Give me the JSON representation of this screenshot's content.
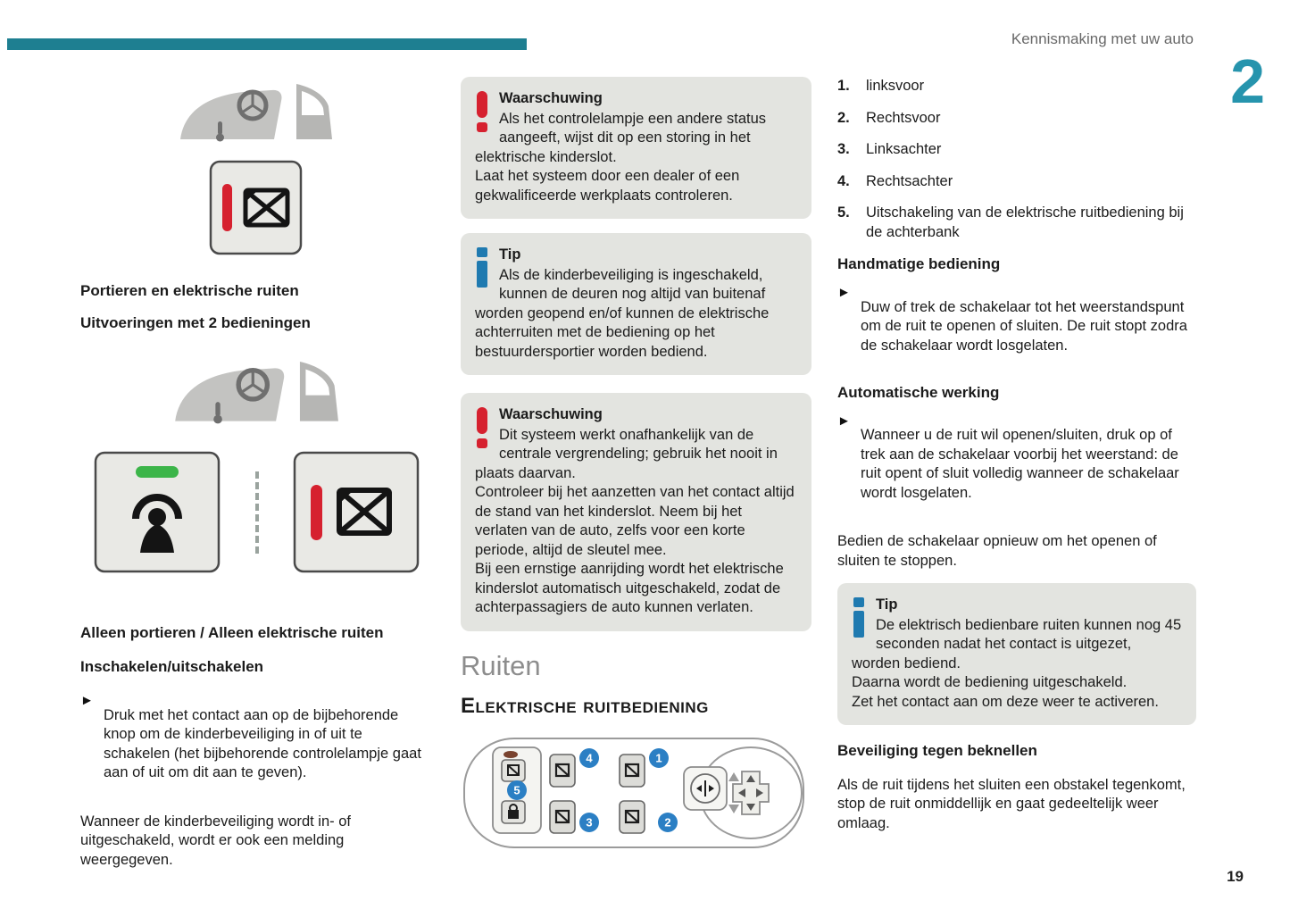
{
  "meta": {
    "header": "Kennismaking met uw auto",
    "chapter_number": "2",
    "page_number": "19"
  },
  "colors": {
    "accent_teal": "#1e7f91",
    "chapter_teal": "#2694ad",
    "warning_red": "#d6212f",
    "info_blue": "#1f7ab0",
    "callout_blue": "#2b7fc4",
    "indicator_green": "#3cb549",
    "box_gray": "#e3e4e0"
  },
  "icons": {
    "bullet": "►"
  },
  "left_column": {
    "caption_doors_windows": "Portieren en elektrische ruiten",
    "caption_two_controls": "Uitvoeringen met 2 bedieningen",
    "caption_only_doors": "Alleen portieren / Alleen elektrische ruiten",
    "heading_enable": "Inschakelen/uitschakelen",
    "bullet_enable": "Druk met het contact aan op de bijbehorende knop om de kinderbeveiliging in of uit te schakelen (het bijbehorende controlelampje gaat aan of uit om dit aan te geven).",
    "paragraph_message": "Wanneer de kinderbeveiliging wordt in- of uitgeschakeld, wordt er ook een melding weergegeven."
  },
  "middle_column": {
    "warning_box_1": {
      "title": "Waarschuwing",
      "text": "Als het controlelampje een andere status aangeeft, wijst dit op een storing in het elektrische kinderslot.\nLaat het systeem door een dealer of een gekwalificeerde werkplaats controleren."
    },
    "tip_box_1": {
      "title": "Tip",
      "text": "Als de kinderbeveiliging is ingeschakeld, kunnen de deuren nog altijd van buitenaf worden geopend en/of kunnen de elektrische achterruiten met de bediening op het bestuurdersportier worden bediend."
    },
    "warning_box_2": {
      "title": "Waarschuwing",
      "text": "Dit systeem werkt onafhankelijk van de centrale vergrendeling; gebruik het nooit in plaats daarvan.\nControleer bij het aanzetten van het contact altijd de stand van het kinderslot. Neem bij het verlaten van de auto, zelfs voor een korte periode, altijd de sleutel mee.\nBij een ernstige aanrijding wordt het elektrische kinderslot automatisch uitgeschakeld, zodat de achterpassagiers de auto kunnen verlaten."
    },
    "section_title": "Ruiten",
    "subsection_title": "Elektrische ruitbediening"
  },
  "right_column": {
    "numbered_list": [
      {
        "num": "1.",
        "label": "linksvoor"
      },
      {
        "num": "2.",
        "label": "Rechtsvoor"
      },
      {
        "num": "3.",
        "label": "Linksachter"
      },
      {
        "num": "4.",
        "label": "Rechtsachter"
      },
      {
        "num": "5.",
        "label": "Uitschakeling van de elektrische ruitbediening bij de achterbank"
      }
    ],
    "heading_manual": "Handmatige bediening",
    "bullet_manual": "Duw of trek de schakelaar tot het weerstandspunt om de ruit te openen of sluiten. De ruit stopt zodra de schakelaar wordt losgelaten.",
    "heading_auto": "Automatische werking",
    "bullet_auto": "Wanneer u de ruit wil openen/sluiten, druk op of trek aan de schakelaar voorbij het weerstand: de ruit opent of sluit volledig wanneer de schakelaar wordt losgelaten.",
    "paragraph_stop": "Bedien de schakelaar opnieuw om het openen of sluiten te stoppen.",
    "tip_box": {
      "title": "Tip",
      "text": "De elektrisch bedienbare ruiten kunnen nog 45 seconden nadat het contact is uitgezet, worden bediend.\nDaarna wordt de bediening uitgeschakeld.\nZet het contact aan om deze weer te activeren."
    },
    "heading_pinch": "Beveiliging tegen beknellen",
    "paragraph_pinch": "Als de ruit tijdens het sluiten een obstakel tegenkomt, stop de ruit onmiddellijk en gaat gedeeltelijk weer omlaag."
  },
  "diagram": {
    "callouts": [
      "1",
      "2",
      "3",
      "4",
      "5"
    ]
  }
}
